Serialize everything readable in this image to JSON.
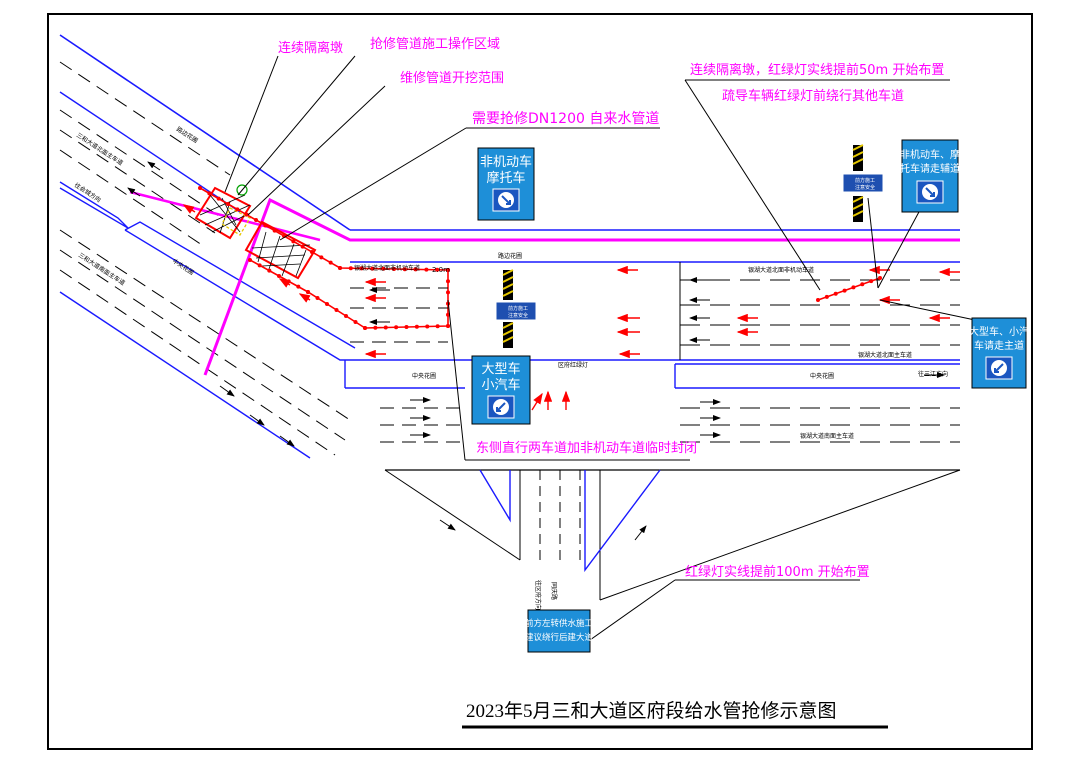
{
  "title": "2023年5月三和大道区府段给水管抢修示意图",
  "callouts": {
    "barrier": "连续隔离墩",
    "work_zone": "抢修管道施工操作区域",
    "excavation": "维修管道开挖范围",
    "pipe": "需要抢修DN1200 自来水管道",
    "barrier_east": "连续隔离墩，红绿灯实线提前50m 开始布置",
    "divert": "疏导车辆红绿灯前绕行其他车道",
    "closure": "东侧直行两车道加非机动车道临时封闭",
    "south_notice": "红绿灯实线提前100m 开始布置"
  },
  "signs": {
    "nonmotor_left": [
      "非机动车",
      "摩托车"
    ],
    "car_left": [
      "大型车",
      "小汽车"
    ],
    "nonmotor_right": [
      "非机动车、摩",
      "托车请走辅道"
    ],
    "car_right": [
      "大型车、小汽",
      "车请走主道"
    ],
    "south": [
      "前方左转供水施工",
      "建议绕行后建大道"
    ],
    "warning_small": [
      "前方施工",
      "注意安全"
    ]
  },
  "road_labels": {
    "nw_main_n": "三和大道北面主车道",
    "nw_aux": "往会城方向",
    "nw_main_s": "三和大道南面主车道",
    "nw_median": "中央花圃",
    "nw_green": "路边花圃",
    "green_north": "路边花圃",
    "west_nonmotor": "银湖大道北面非机动车道",
    "east_nonmotor": "银湖大道北面非机动车道",
    "east_main_n": "银湖大道北面主车道",
    "median_w": "中央花圃",
    "median_e": "中央花圃",
    "to_sanjiang": "往三江方向",
    "east_main_s": "银湖大道南面主车道",
    "district_light": "区府红绿灯",
    "south_road": "同庆路",
    "south_dir": "往区府方向",
    "dim": "2.0m"
  },
  "colors": {
    "road": "#1a1aff",
    "magenta": "#ff00ff",
    "red": "#ff0000",
    "sign_bg": "#1e8fd8",
    "sign_border": "#ffffff",
    "black": "#000000"
  }
}
